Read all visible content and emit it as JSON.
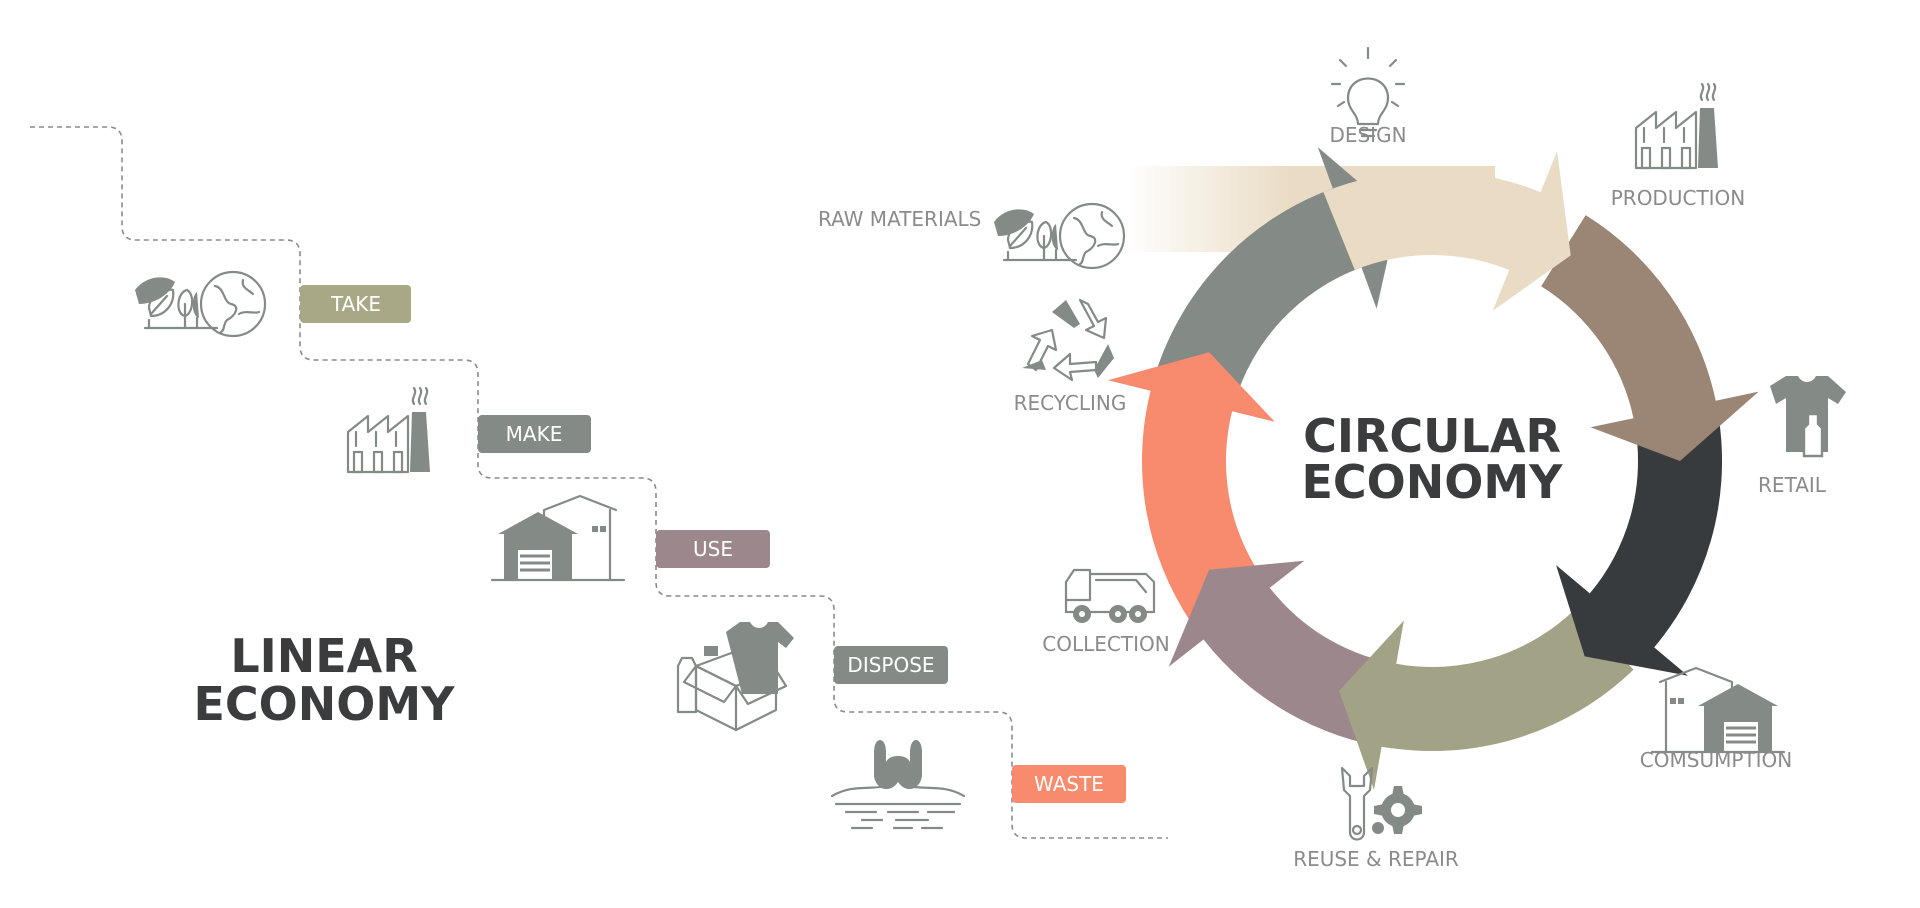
{
  "linear": {
    "title_line1": "LINEAR",
    "title_line2": "ECONOMY",
    "steps": [
      {
        "label": "TAKE",
        "color": "#a8a887",
        "icon": "raw-materials-icon"
      },
      {
        "label": "MAKE",
        "color": "#848b87",
        "icon": "factory-icon"
      },
      {
        "label": "USE",
        "color": "#9c878c",
        "icon": "warehouse-icon"
      },
      {
        "label": "DISPOSE",
        "color": "#848b87",
        "icon": "box-products-icon"
      },
      {
        "label": "WASTE",
        "color": "#f88a6e",
        "icon": "plastic-bag-waste-icon"
      }
    ]
  },
  "circular": {
    "title_line1": "CIRCULAR",
    "title_line2": "ECONOMY",
    "entry": {
      "label": "RAW MATERIALS",
      "icon": "raw-materials-icon",
      "color": "#eadcc4"
    },
    "stages": [
      {
        "label": "DESIGN",
        "icon": "lightbulb-icon",
        "color": "#eadcc4"
      },
      {
        "label": "PRODUCTION",
        "icon": "factory-icon",
        "color": "#9b8574"
      },
      {
        "label": "RETAIL",
        "icon": "tshirt-bottle-icon",
        "color": "#383b3d"
      },
      {
        "label": "COMSUMPTION",
        "icon": "warehouse-icon",
        "color": "#a2a386"
      },
      {
        "label": "REUSE & REPAIR",
        "icon": "wrench-gear-icon",
        "color": "#9c878c"
      },
      {
        "label": "COLLECTION",
        "icon": "truck-icon",
        "color": "#f88a6e"
      },
      {
        "label": "RECYCLING",
        "icon": "recycle-icon",
        "color": "#848b87"
      }
    ]
  }
}
